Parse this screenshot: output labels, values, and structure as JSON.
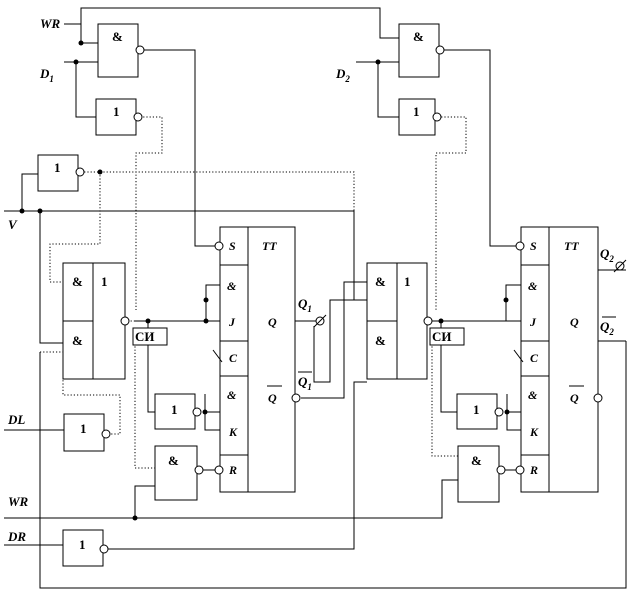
{
  "signals": {
    "wr_top": "WR",
    "d1": "D",
    "d1_sub": "1",
    "d2": "D",
    "d2_sub": "2",
    "v": "V",
    "dl": "DL",
    "wr_bottom": "WR",
    "dr": "DR"
  },
  "gates": {
    "and": "&",
    "or": "1",
    "sync": "СИ"
  },
  "trigger1": {
    "type": "TT",
    "s": "S",
    "j": "J",
    "c": "C",
    "k": "K",
    "r": "R",
    "q": "Q",
    "q_bar": "Q",
    "amp": "&"
  },
  "trigger2": {
    "type": "TT",
    "s": "S",
    "j": "J",
    "c": "C",
    "k": "K",
    "r": "R",
    "q": "Q",
    "q_bar": "Q",
    "amp": "&"
  },
  "outputs": {
    "q1": "Q",
    "q1_sub": "1",
    "q1_bar": "Q",
    "q1_bar_sub": "1",
    "q2": "Q",
    "q2_sub": "2",
    "q2_bar": "Q",
    "q2_bar_sub": "2"
  }
}
